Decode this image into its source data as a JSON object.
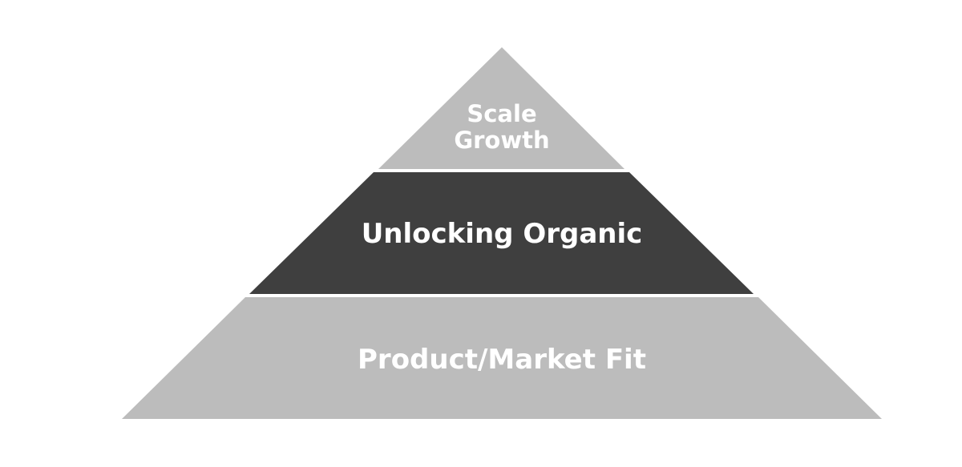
{
  "pyramid": {
    "tiers": [
      {
        "label_lines": [
          "Scale",
          "Growth"
        ],
        "color": "#bcbcbc"
      },
      {
        "label_lines": [
          "Unlocking Organic"
        ],
        "color": "#3f3f3f"
      },
      {
        "label_lines": [
          "Product/Market Fit"
        ],
        "color": "#bcbcbc"
      }
    ],
    "text_color": "#ffffff"
  }
}
